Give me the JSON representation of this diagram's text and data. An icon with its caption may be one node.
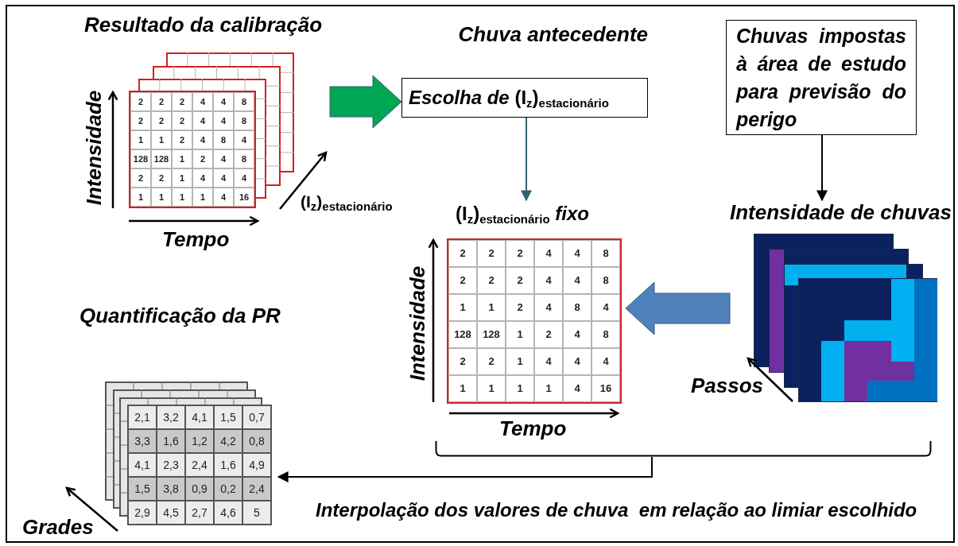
{
  "diagram": {
    "nodes": [
      {
        "text": [
          "Resultado da calibração"
        ]
      },
      {
        "text": [
          "Chuva antecedente",
          "*Escolha de* (I$_{z}$)$_{estacionário}$"
        ]
      },
      {
        "text": [
          "Chuvas impostas à área de estudo para previsão do perigo"
        ]
      },
      {
        "text": [
          "(I$_{z}$)$_{estacionário}$ *fixo*"
        ]
      },
      {
        "text": [
          "Intensidade de chuvas"
        ]
      },
      {
        "text": [
          "Quantificação da PR"
        ]
      },
      {
        "text": [],
        "shape": "bracket"
      }
    ],
    "edges": [
      {
        "from": 0,
        "to": 1,
        "arrow": "to",
        "style": "thick",
        "color": "#00a651"
      },
      {
        "from": 1,
        "to": 3,
        "arrow": "to",
        "color": "#31626f"
      },
      {
        "from": 2,
        "to": 4,
        "arrow": "to"
      },
      {
        "from": 4,
        "to": 3,
        "arrow": "to",
        "style": "thick",
        "color": "#4f81bd"
      },
      {
        "from": 6,
        "to": 5,
        "arrow": "to",
        "label": "Interpolação dos valores de chuva  em relação ao limiar escolhido"
      }
    ],
    "labels": [
      "2",
      "2",
      "2",
      "4",
      "4",
      "8",
      "2",
      "2",
      "2",
      "4",
      "4",
      "8",
      "1",
      "1",
      "2",
      "4",
      "8",
      "4",
      "128",
      "128",
      "1",
      "2",
      "4",
      "8",
      "2",
      "2",
      "1",
      "4",
      "4",
      "4",
      "1",
      "1",
      "1",
      "1",
      "4",
      "16",
      "Intensidade",
      "Tempo",
      "(I$_{z}$)$_{estacionário}$",
      "2",
      "2",
      "2",
      "4",
      "4",
      "8",
      "2",
      "2",
      "2",
      "4",
      "4",
      "8",
      "1",
      "1",
      "2",
      "4",
      "8",
      "4",
      "128",
      "128",
      "1",
      "2",
      "4",
      "8",
      "2",
      "2",
      "1",
      "4",
      "4",
      "4",
      "1",
      "1",
      "1",
      "1",
      "4",
      "16",
      "Intensidade",
      "Tempo",
      "Passos",
      "2,1",
      "3,2",
      "4,1",
      "1,5",
      "0,7",
      "3,3",
      "1,6",
      "1,2",
      "4,2",
      "0,8",
      "4,1",
      "2,3",
      "2,4",
      "1,6",
      "4,9",
      "1,5",
      "3,8",
      "0,9",
      "0,2",
      "2,4",
      "2,9",
      "4,5",
      "2,7",
      "4,6",
      "5",
      "Grades"
    ]
  }
}
